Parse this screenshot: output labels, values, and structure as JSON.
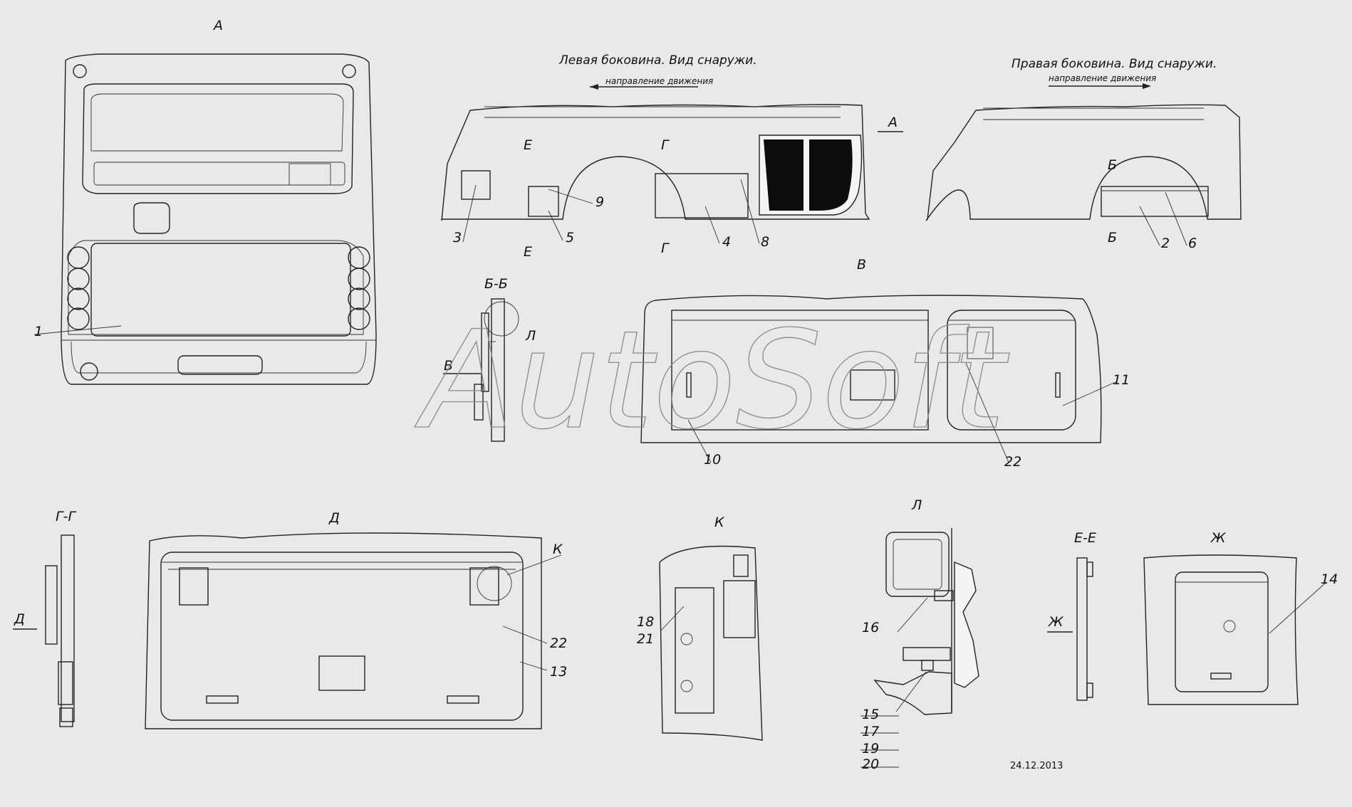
{
  "views": {
    "a": "А",
    "b": "В",
    "d": "Д",
    "l": "Л",
    "k": "К",
    "bb": "Б-Б",
    "gg": "Г-Г",
    "ee": "Е-Е",
    "zh": "Ж"
  },
  "titles": {
    "left_side": "Левая боковина. Вид снаружи.",
    "right_side": "Правая боковина. Вид снаружи."
  },
  "direction": "направление движения",
  "section_marks": {
    "e": "Е",
    "g": "Г",
    "b_cut": "Б",
    "a_arrow": "А",
    "v_arrow": "В",
    "d_arrow": "Д",
    "zh_arrow": "Ж",
    "l_mark": "Л",
    "k_mark": "К"
  },
  "callouts": {
    "c1": "1",
    "c2": "2",
    "c3": "3",
    "c4": "4",
    "c5": "5",
    "c6": "6",
    "c8": "8",
    "c9": "9",
    "c10": "10",
    "c11": "11",
    "c13": "13",
    "c14": "14",
    "c15": "15",
    "c16": "16",
    "c17": "17",
    "c18": "18",
    "c19": "19",
    "c20": "20",
    "c21": "21",
    "c22a": "22",
    "c22b": "22"
  },
  "watermark": "AutoSoft",
  "date": "24.12.2013"
}
